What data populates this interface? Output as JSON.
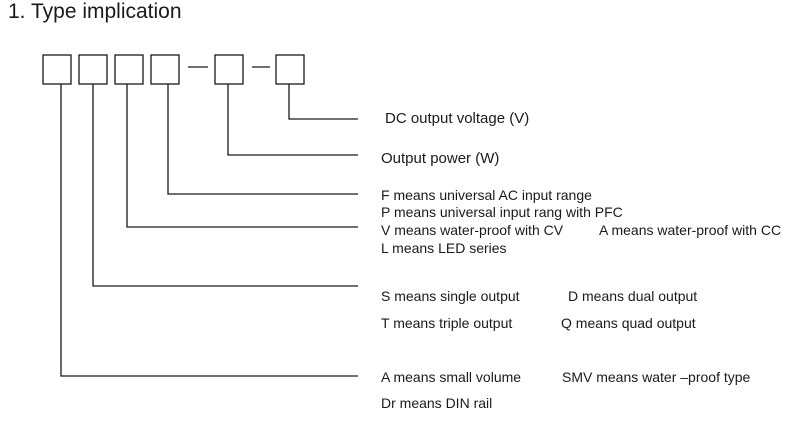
{
  "title": "1. Type implication",
  "groups": {
    "dc_voltage": [
      "DC output voltage (V)"
    ],
    "output_power": [
      "Output power (W)"
    ],
    "input_and_series": [
      "F means universal AC input range",
      "P means universal input rang with PFC",
      "V means water-proof with CV",
      "A means water-proof with CC",
      "L means LED series"
    ],
    "outputs": [
      "S means single output",
      "D means dual output",
      "T means triple output",
      "Q means quad output"
    ],
    "volume_mounting": [
      "A means small volume",
      "SMV means water –proof type",
      "Dr means DIN rail"
    ]
  }
}
